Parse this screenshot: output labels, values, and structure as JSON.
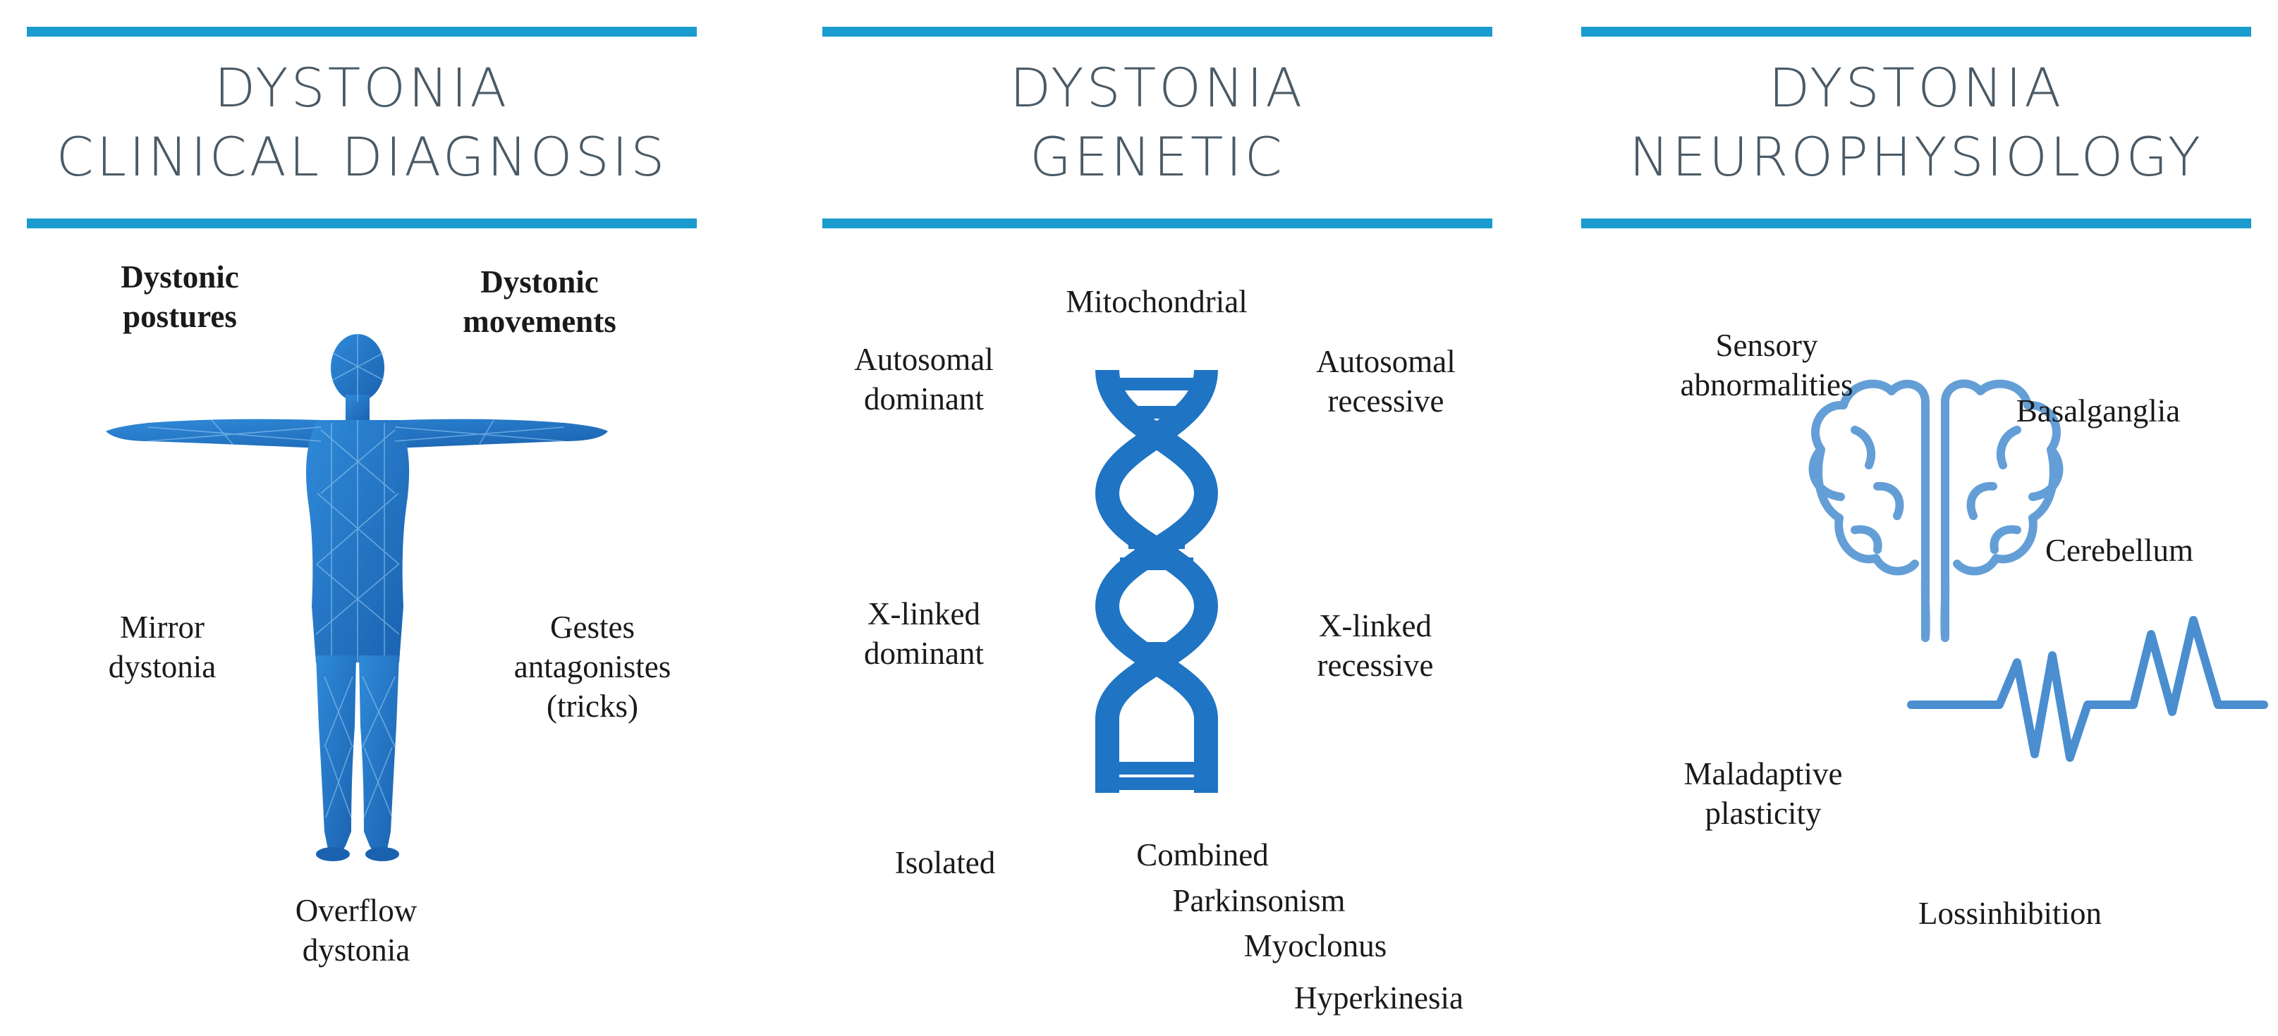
{
  "colors": {
    "accent": "#1b9ccf",
    "icon": "#1f74c4",
    "heading": "#4a5a66",
    "text": "#1a1a1a"
  },
  "panels": [
    {
      "title_line1": "DYSTONIA",
      "title_line2": "CLINICAL DIAGNOSIS",
      "icon": "human-body-icon",
      "labels": {
        "postures": "Dystonic\npostures",
        "movements": "Dystonic\nmovements",
        "mirror": "Mirror\ndystonia",
        "gestes": "Gestes\nantagonistes\n(tricks)",
        "overflow": "Overflow\ndystonia"
      }
    },
    {
      "title_line1": "DYSTONIA",
      "title_line2": "GENETIC",
      "icon": "dna-helix-icon",
      "labels": {
        "mito": "Mitochondrial",
        "ad": "Autosomal\ndominant",
        "ar": "Autosomal\nrecessive",
        "xd": "X-linked\ndominant",
        "xr": "X-linked\nrecessive",
        "isolated": "Isolated",
        "combined": "Combined",
        "parkinsonism": "Parkinsonism",
        "myoclonus": "Myoclonus",
        "hyperkinesia": "Hyperkinesia"
      }
    },
    {
      "title_line1": "DYSTONIA",
      "title_line2": "NEUROPHYSIOLOGY",
      "icon": "brain-pulse-icon",
      "labels": {
        "sensory": "Sensory\nabnormalities",
        "basal": "Basalganglia",
        "cerebellum": "Cerebellum",
        "maladaptive": "Maladaptive\nplasticity",
        "loss": "Lossinhibition"
      }
    }
  ]
}
